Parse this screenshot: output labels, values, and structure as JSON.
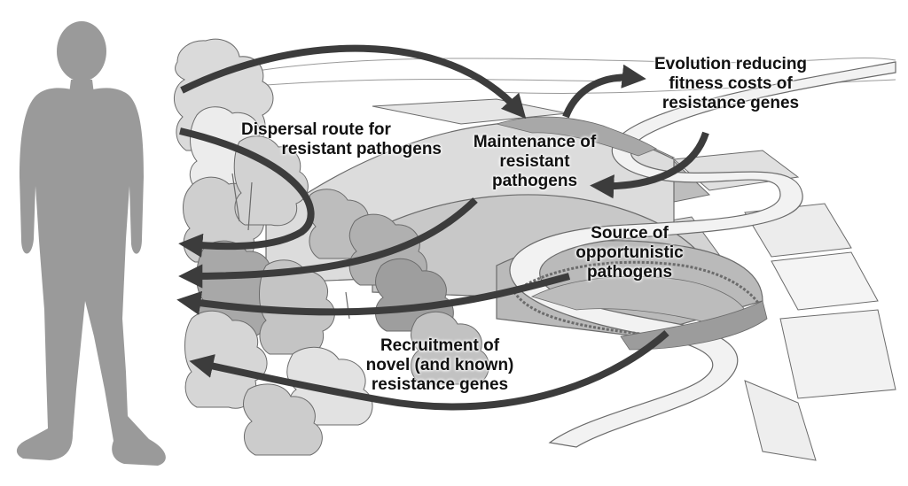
{
  "labels": {
    "dispersal": [
      "Dispersal route for",
      "resistant pathogens"
    ],
    "maintenance": [
      "Maintenance of",
      "resistant",
      "pathogens"
    ],
    "evolution": [
      "Evolution reducing",
      "fitness costs of",
      "resistance genes"
    ],
    "source": [
      "Source of",
      "opportunistic",
      "pathogens"
    ],
    "recruitment": [
      "Recruitment of",
      "novel (and known)",
      "resistance genes"
    ]
  },
  "colors": {
    "arrow": "#3c3c3c",
    "human": "#9a9a9a",
    "tree_light": "#d9d9d9",
    "tree_mid": "#bfbfbf",
    "tree_dark": "#a3a3a3",
    "field": "#cfcfcf",
    "river": "#f2f2f2",
    "outline": "#6b6b6b"
  },
  "icons": {
    "person": "person-silhouette-icon",
    "landscape": "landscape-illustration"
  }
}
